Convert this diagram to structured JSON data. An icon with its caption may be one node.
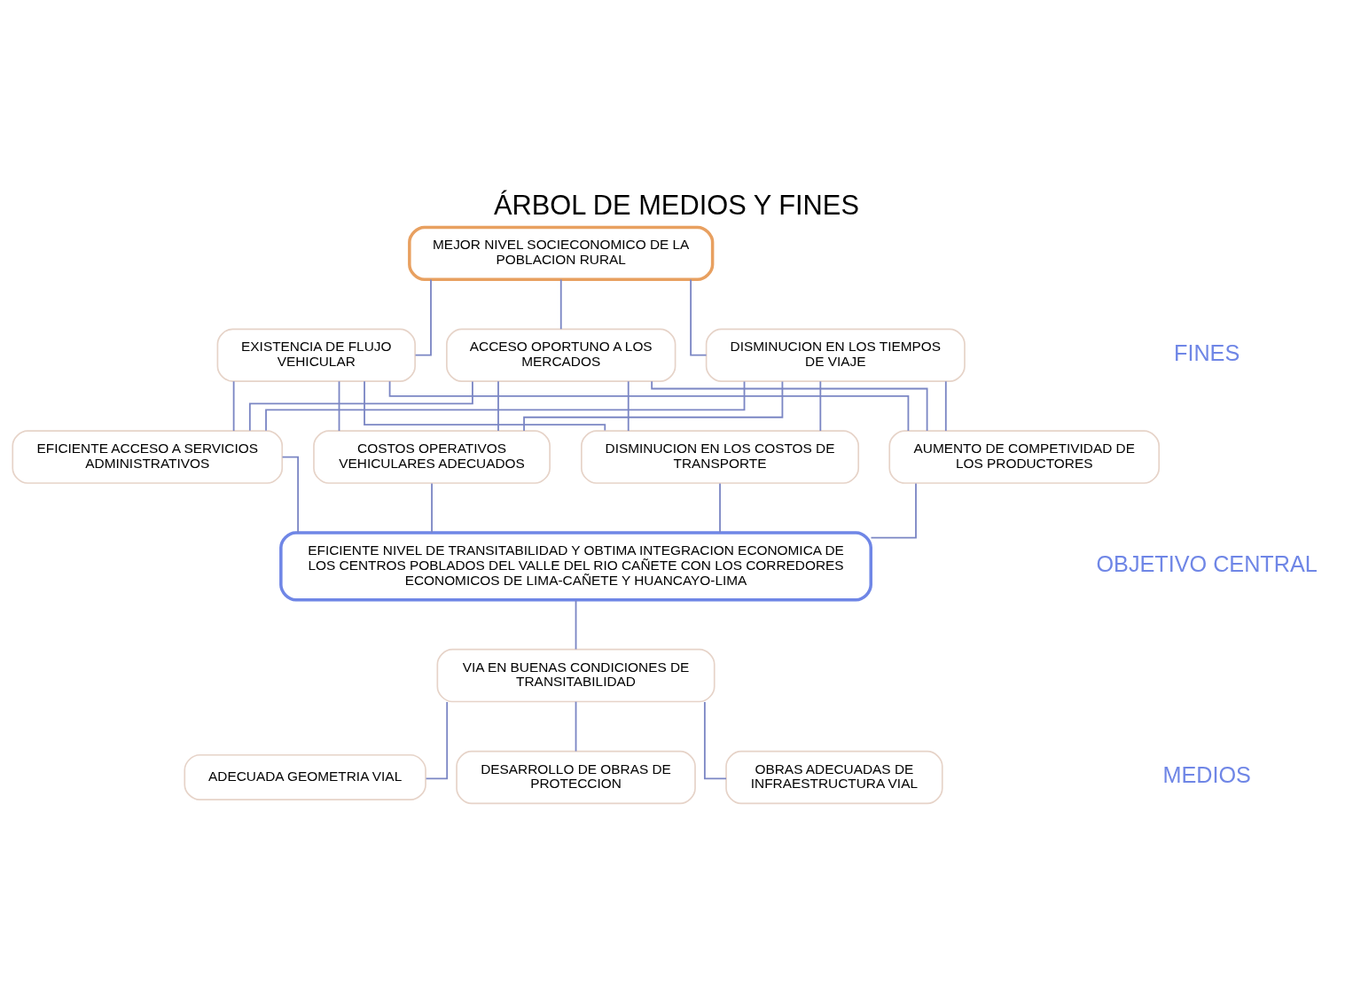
{
  "diagram": {
    "title": "ÁRBOL DE MEDIOS Y FINES",
    "nodes": [
      {
        "text": [
          "MEJOR NIVEL SOCIECONOMICO DE LA POBLACION RURAL"
        ]
      },
      {
        "text": [
          "EXISTENCIA DE FLUJO VEHICULAR"
        ]
      },
      {
        "text": [
          "ACCESO OPORTUNO A LOS MERCADOS"
        ]
      },
      {
        "text": [
          "DISMINUCION EN LOS TIEMPOS DE VIAJE"
        ]
      },
      {
        "text": [
          "DISMINUCION EN LOS COSTOS DE TRANSPORTE"
        ]
      },
      {
        "text": [
          "AUMENTO DE COMPETIVIDAD DE LOS PRODUCTORES"
        ]
      },
      {
        "text": [
          "EFICIENTE ACCESO A SERVICIOS ADMINISTRATIVOS"
        ]
      },
      {
        "text": [
          "COSTOS OPERATIVOS VEHICULARES ADECUADOS"
        ]
      },
      {
        "text": [
          "EFICIENTE NIVEL DE TRANSITABILIDAD Y OBTIMA INTEGRACION ECONOMICA DE LOS CENTROS POBLADOS DEL VALLE DEL RIO CAÑETE CON LOS CORREDORES ECONOMICOS DE LIMA-CAÑETE Y HUANCAYO-LIMA"
        ]
      },
      {
        "text": [
          "VIA EN BUENAS CONDICIONES DE TRANSITABILIDAD"
        ]
      },
      {
        "text": [
          "ADECUADA GEOMETRIA VIAL"
        ]
      },
      {
        "text": [
          "DESARROLLO DE OBRAS DE PROTECCION"
        ]
      },
      {
        "text": [
          "OBRAS ADECUADAS DE INFRAESTRUCTURA VIAL"
        ]
      }
    ],
    "edges": [
      {
        "from": 0,
        "to": 1,
        "arrow": "none"
      },
      {
        "from": 0,
        "to": 2,
        "arrow": "none"
      },
      {
        "from": 0,
        "to": 3,
        "arrow": "none"
      },
      {
        "from": 1,
        "to": 4,
        "arrow": "none"
      },
      {
        "from": 1,
        "to": 5,
        "arrow": "none"
      },
      {
        "from": 1,
        "to": 6,
        "arrow": "none"
      },
      {
        "from": 1,
        "to": 7,
        "arrow": "none"
      },
      {
        "from": 2,
        "to": 4,
        "arrow": "none"
      },
      {
        "from": 2,
        "to": 5,
        "arrow": "none"
      },
      {
        "from": 2,
        "to": 6,
        "arrow": "none"
      },
      {
        "from": 2,
        "to": 7,
        "arrow": "none"
      },
      {
        "from": 3,
        "to": 4,
        "arrow": "none"
      },
      {
        "from": 3,
        "to": 5,
        "arrow": "none"
      },
      {
        "from": 3,
        "to": 6,
        "arrow": "none"
      },
      {
        "from": 3,
        "to": 7,
        "arrow": "none"
      },
      {
        "from": 4,
        "to": 8,
        "arrow": "none"
      },
      {
        "from": 5,
        "to": 8,
        "arrow": "none"
      },
      {
        "from": 6,
        "to": 8,
        "arrow": "none"
      },
      {
        "from": 7,
        "to": 8,
        "arrow": "none"
      },
      {
        "from": 8,
        "to": 9,
        "arrow": "none"
      },
      {
        "from": 9,
        "to": 10,
        "arrow": "none"
      },
      {
        "from": 9,
        "to": 11,
        "arrow": "none"
      },
      {
        "from": 9,
        "to": 12,
        "arrow": "none"
      }
    ],
    "labels": [
      "FINES",
      "OBJETIVO CENTRAL",
      "MEDIOS"
    ]
  }
}
